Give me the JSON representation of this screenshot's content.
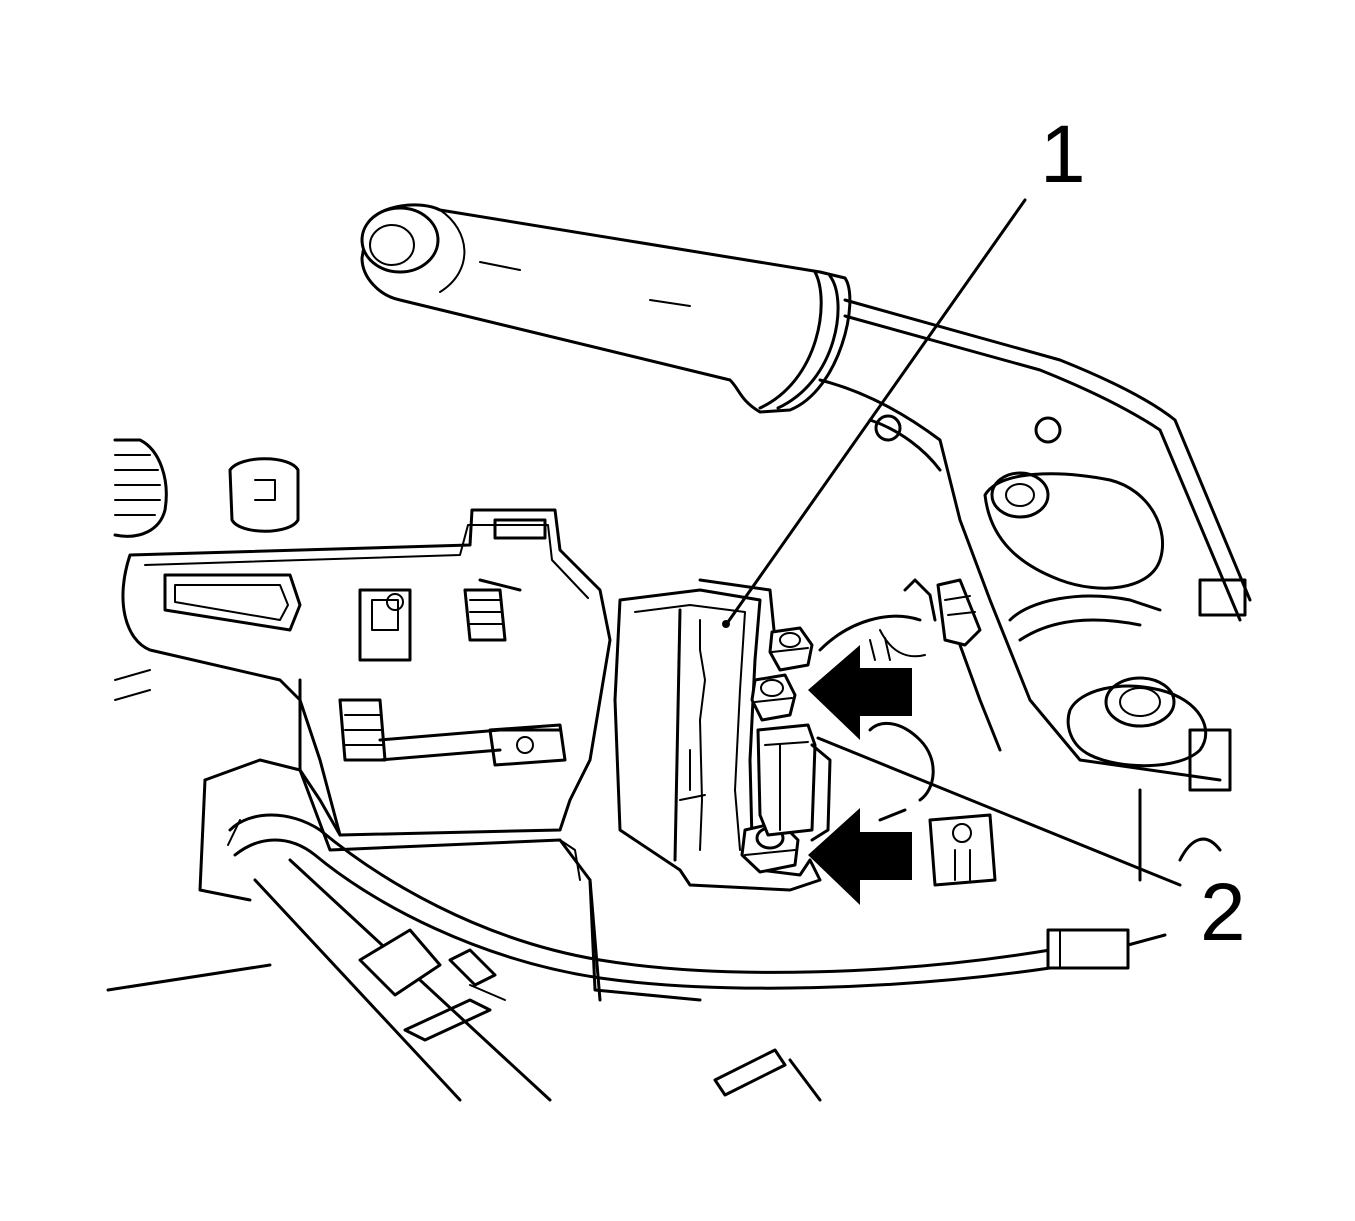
{
  "callouts": [
    {
      "id": "1",
      "label": "1",
      "target": "bracket"
    },
    {
      "id": "2",
      "label": "2",
      "target": "switch"
    }
  ],
  "arrows": [
    {
      "id": "upper",
      "direction": "left"
    },
    {
      "id": "lower",
      "direction": "left"
    }
  ],
  "colors": {
    "line": "#000000",
    "background": "#ffffff"
  }
}
